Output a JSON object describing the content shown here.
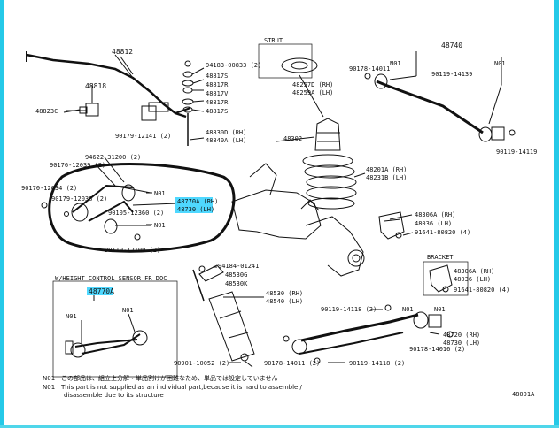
{
  "labels": {
    "l48812": "48812",
    "l48818": "48818",
    "l48823c": "48823C",
    "l90179": "90179-12141 (2)",
    "l48817a": "94183-00833 (2)",
    "l48817b": "48817S",
    "l48817c": "48817R",
    "l48817d": "48817V",
    "l48817e": "48817R",
    "l48817f": "48817S",
    "l48830": "48830D (RH)",
    "l48840": "48840A (LH)",
    "l90176": "90176-12039 (2)",
    "l90179b": "90179-12036 (2)",
    "l94622": "94622-31200 (2)",
    "l90105": "90105-12360 (2)",
    "l90119": "90119-12100 (2)",
    "l90170": "90170-12034 (2)",
    "lN01a": "N01",
    "lN01b": "N01",
    "lwoc": "W/HEIGHT CONTROL SENSOR FR DOC",
    "l48770": "48770A",
    "lN01c": "N01",
    "lN01d": "N01",
    "lRH": "48770A (RH)",
    "lLH": "48730 (LH)",
    "l48201": "48201A (RH)",
    "l48211": "48231B (LH)",
    "lHUB": "48302",
    "l48257": "48257D (RH)",
    "l48259": "48259A (LH)",
    "lstrut": "STRUT",
    "l48740": "48740",
    "l90178": "90178-14011",
    "lN01e": "N01",
    "lN01f": "N01",
    "l90119b": "90119-14139",
    "l90119c": "90119-14119",
    "l48306": "48306A (RH)",
    "l48036": "48036 (LH)",
    "l91641": "91641-80820 (4)",
    "lbrk": "BRACKET",
    "l48306b": "48306A (RH)",
    "l48036b": "48036 (LH)",
    "l91641b": "91641-80820 (4)",
    "l94184": "94184-01241",
    "l48530g": "48530G",
    "l48530k": "48530K",
    "l48530": "48530 (RH)",
    "l48540": "48540 (LH)",
    "l90119d": "90119-14118 (2)",
    "l90178b": "90178-14016 (2)",
    "l90178c": "90178-14011 (2)",
    "l90119e": "90119-14118 (2)",
    "l48720": "48720 (RH)",
    "l48730": "48730 (LH)",
    "l90901": "90901-10052 (2)",
    "lN01g": "N01",
    "lN01h": "N01",
    "note1": "N01 : この部品は、組立上分解・単品割けが困難なため、単品では設定していません",
    "note2": "N01 : This part is not supplied as an individual part,because it is hard to assemble /",
    "note3": "disassemble due to its structure",
    "figno": "48001A"
  },
  "colors": {
    "highlight": "#4fd8ff",
    "edge": "#25c9e8",
    "ink": "#111111"
  }
}
